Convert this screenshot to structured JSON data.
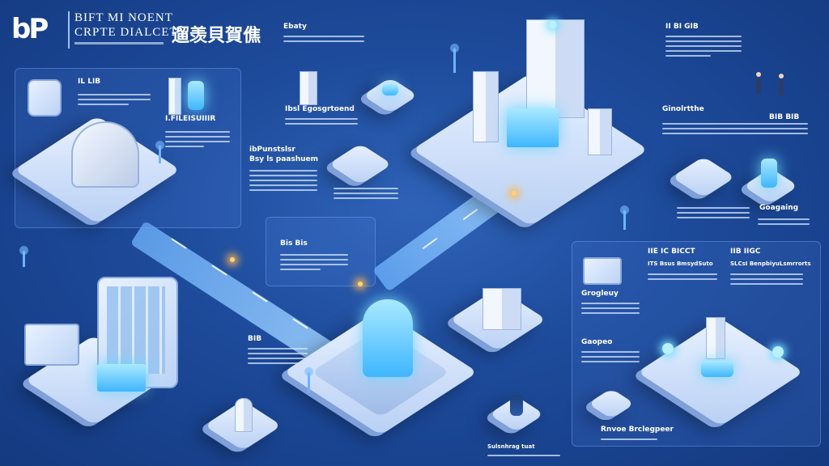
{
  "header": {
    "logo_text": "bP",
    "title_line1": "BIFT MI NOENT",
    "title_line2": "CRPTE DIALCETY",
    "title_cn": "遛羡貝賀僬"
  },
  "panels": {
    "top_left": {
      "heading": "IL LIB",
      "subheading": "I.FILEISUIIIR"
    },
    "top_center": {
      "heading": "Ebaty",
      "subheading": "Ibsl Egosgrtoend"
    },
    "center": {
      "heading": "ibPunstslsr",
      "subheading": "Bsy ls paashuem"
    },
    "mid_box": {
      "heading": "Bis Bis"
    },
    "lower_left": {
      "heading": "BIB"
    },
    "top_right": {
      "heading": "II BI GIB",
      "subheading": "Ginolrtthe",
      "label": "BIB BIB"
    },
    "right": {
      "heading": "Goagaing"
    },
    "bottom_right": {
      "heading1": "IIE IC BICCT",
      "heading2": "IIB IIGC",
      "col1": "ITS Bsus BmsydSuto",
      "col2": "SLCsI BenpbiyuLsmrrorts",
      "sub1": "Grogleuy",
      "sub2": "Gaopeo",
      "sub3": "Rnvoe Brclegpeer"
    },
    "bottom_center": {
      "heading": "Sulsnhrag tuat"
    }
  },
  "colors": {
    "background": "#1d4a9a",
    "accent": "#6fdcff",
    "glow": "#ffb84d",
    "tile": "#e8f1ff"
  }
}
